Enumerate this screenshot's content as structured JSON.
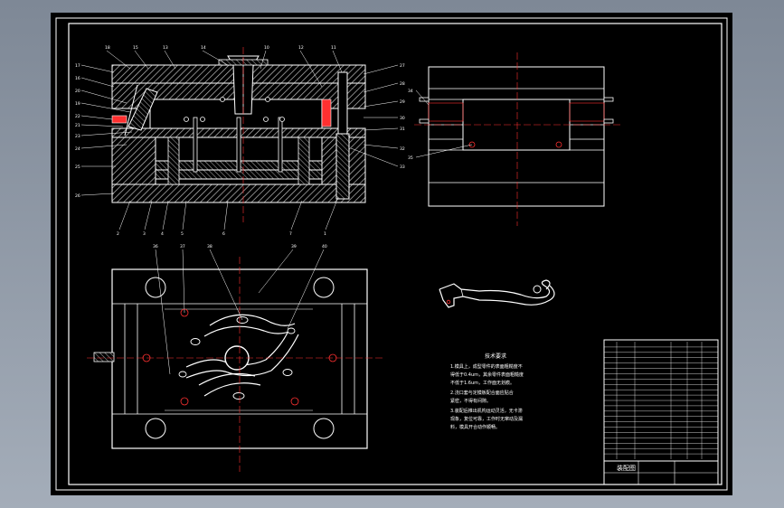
{
  "viewport": {
    "background": "#000000",
    "line_color": "#ffffff",
    "accent_color": "#ff3030",
    "hatch_color": "#c8c8c8"
  },
  "section_view": {
    "top_callouts": [
      "18",
      "15",
      "13",
      "14",
      "10",
      "12",
      "11"
    ],
    "left_callouts": [
      "17",
      "16",
      "20",
      "19",
      "22",
      "21",
      "23",
      "24",
      "25",
      "26"
    ],
    "right_callouts": [
      "27",
      "28",
      "29",
      "30",
      "31",
      "32",
      "33"
    ],
    "bottom_callouts": [
      "2",
      "3",
      "4",
      "5",
      "6",
      "7",
      "1"
    ]
  },
  "side_view": {
    "callouts": [
      "34",
      "35"
    ]
  },
  "plan_view": {
    "callouts": [
      "36",
      "37",
      "38",
      "39",
      "40"
    ]
  },
  "tech_notes": {
    "title": "技术要求",
    "lines": [
      "1.模具上，成型零件的表面粗糙度不",
      "得低于0.4um，其余零件表面粗糙度",
      "不低于1.6um，工作面无划痕。",
      "2.浇口套与定模板配合面应贴合",
      "紧密，不得有间隙。",
      "3.装配后推出机构运动灵活，无卡滞",
      "现象，复位可靠，工作时无窜动及漏",
      "料，模具开合动作顺畅。"
    ]
  },
  "title_block": {
    "title": "装配图",
    "parts_rows": 22
  }
}
